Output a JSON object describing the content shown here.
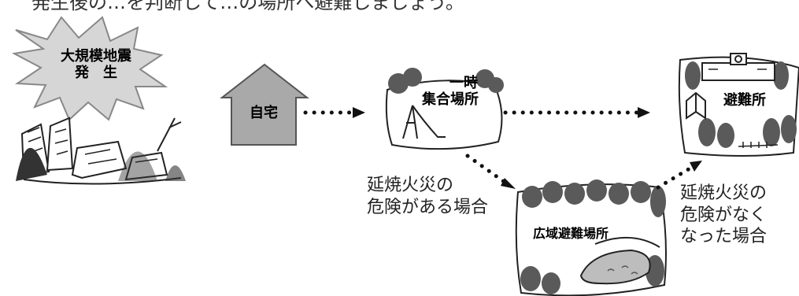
{
  "intro_text_fragment": "発生後の…を判断して…の場所へ避難しましょう。",
  "steps": {
    "earthquake": {
      "line1": "大規模地震",
      "line2": "発　生"
    },
    "home": {
      "label": "自宅"
    },
    "temporary_site": {
      "line1": "一時",
      "line2": "集合場所"
    },
    "shelter": {
      "label": "避難所"
    },
    "wide_area": {
      "label": "広域避難場所"
    }
  },
  "conditions": {
    "fire_risk": {
      "line1": "延焼火災の",
      "line2": "危険がある場合"
    },
    "fire_cleared": {
      "line1": "延焼火災の",
      "line2": "危険がなく",
      "line3": "なった場合"
    }
  },
  "colors": {
    "house_fill": "#a9a9a9",
    "burst_fill": "#d6d6d6",
    "tree_fill": "#5a5a5a",
    "arrow": "#111111"
  }
}
